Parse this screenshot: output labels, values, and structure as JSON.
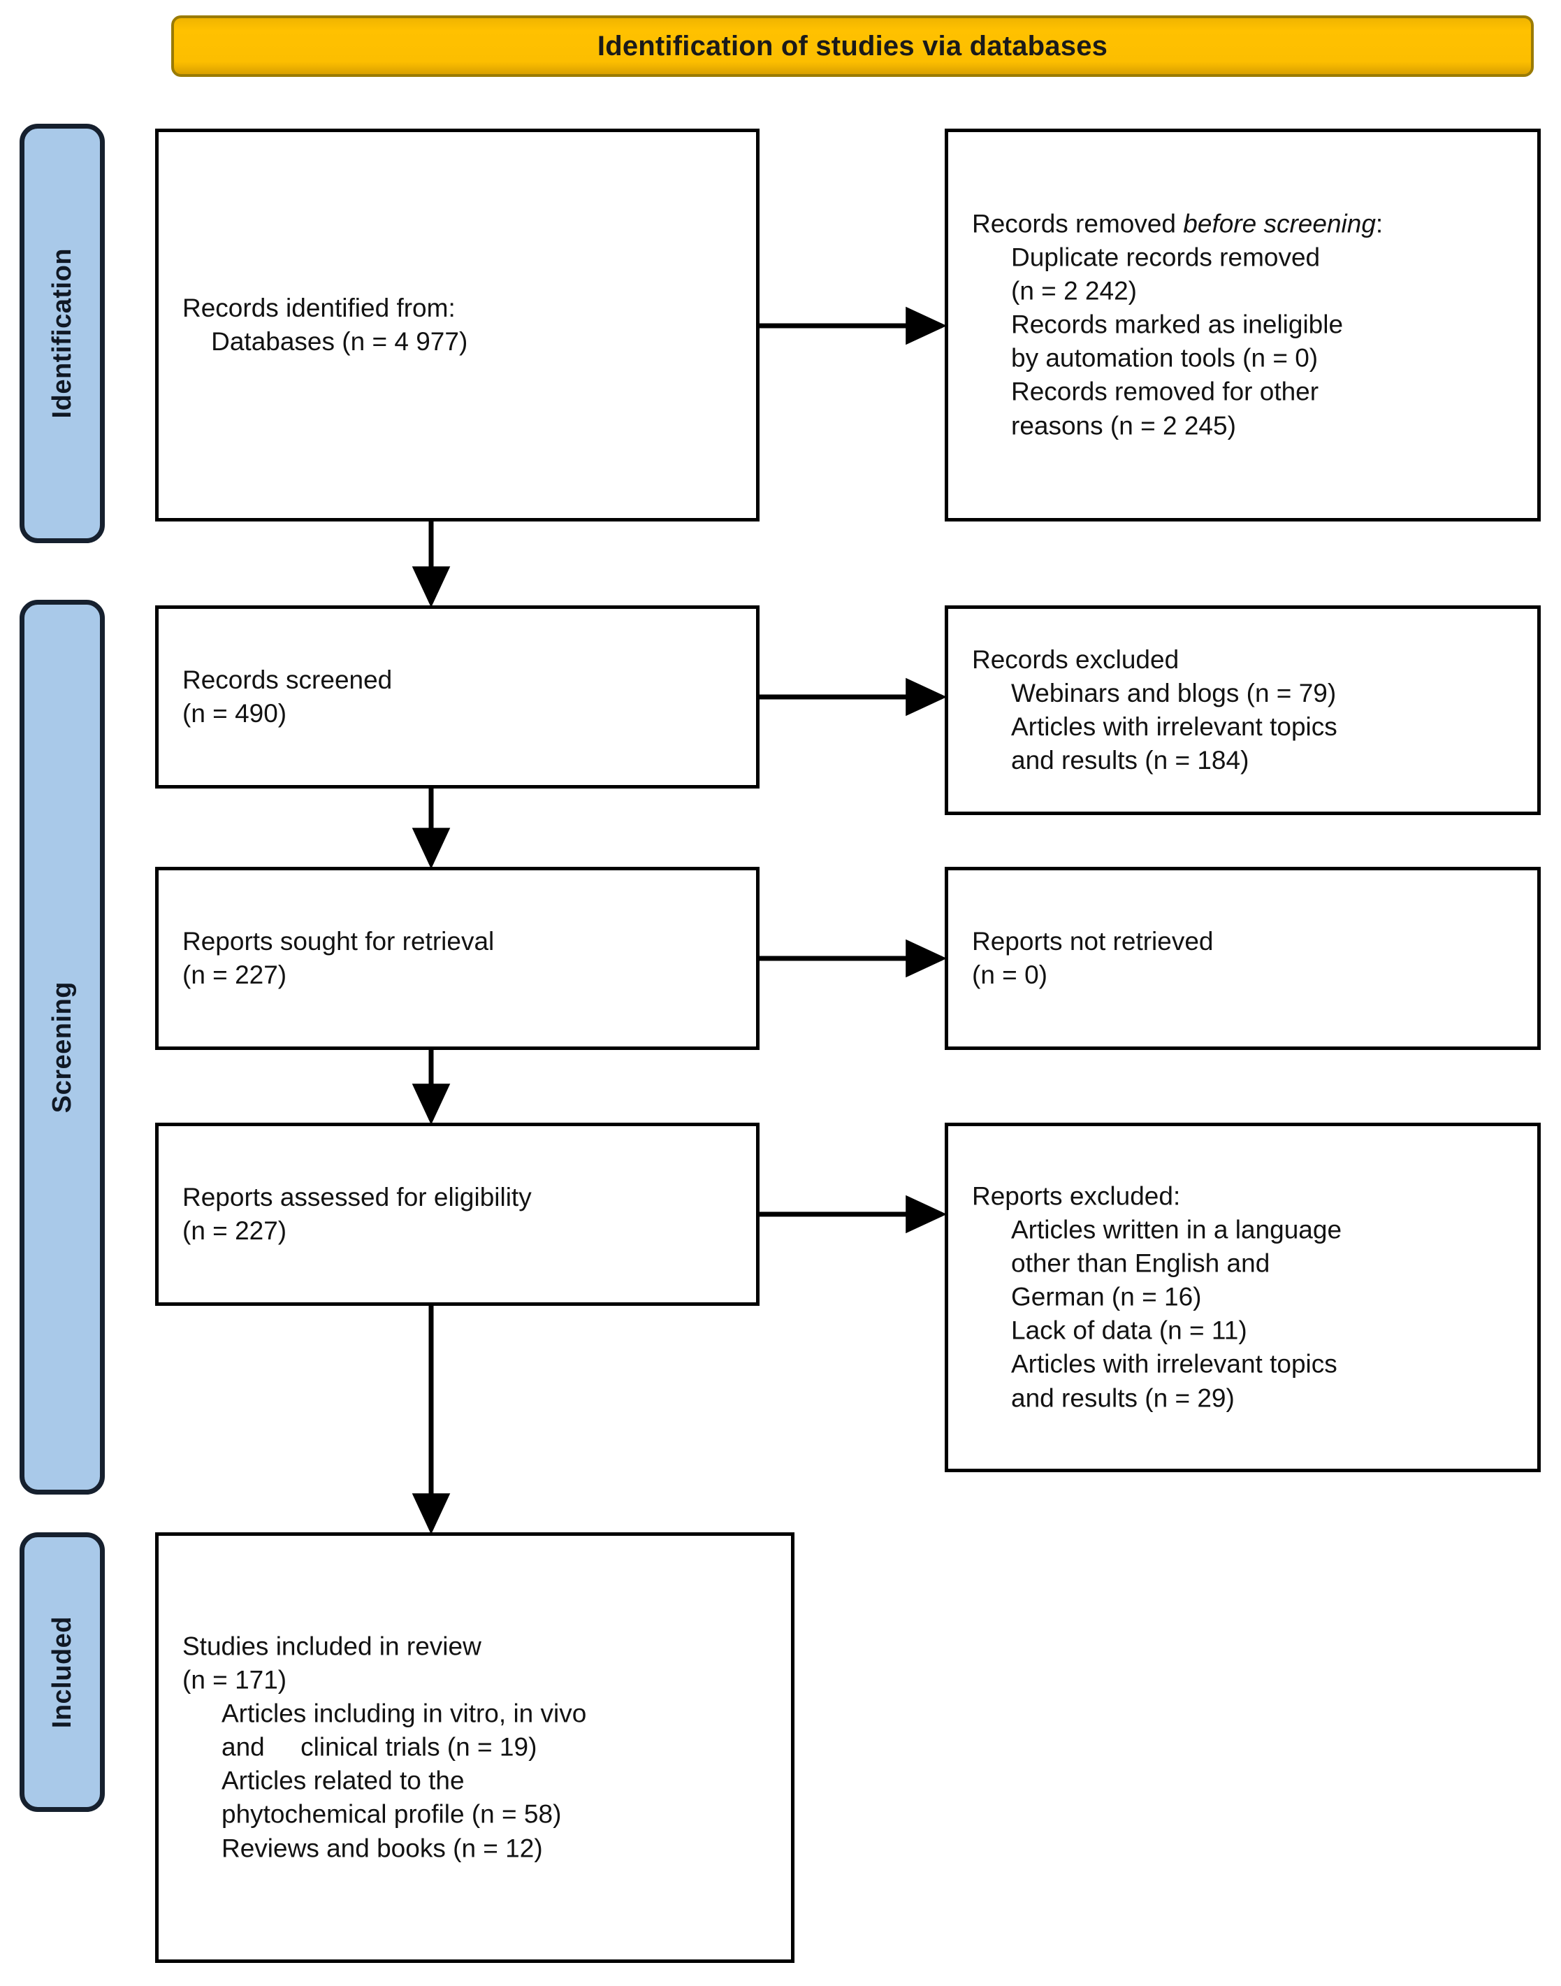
{
  "header": {
    "title": "Identification of studies via databases",
    "accent_color": "#FFC100",
    "border_color": "#9A7B04"
  },
  "stages": {
    "accent_color": "#A9C9E9",
    "items": [
      {
        "id": "identification",
        "label": "Identification"
      },
      {
        "id": "screening",
        "label": "Screening"
      },
      {
        "id": "included",
        "label": "Included"
      }
    ]
  },
  "flow": {
    "identified": {
      "lines": [
        "Records identified from:",
        "    Databases (n = 4 977)"
      ]
    },
    "removed": {
      "lines": [
        "Records removed ",
        "before screening",
        ":",
        "Duplicate records removed",
        "(n = 2 242)",
        "Records marked as ineligible",
        "by automation tools (n = 0)",
        "Records removed for other",
        "reasons (n = 2 245)"
      ],
      "title_prefix": "Records removed ",
      "title_italic": "before screening",
      "title_suffix": ":",
      "items": [
        "Duplicate records removed",
        "(n = 2 242)",
        "Records marked as ineligible",
        "by automation tools (n = 0)",
        "Records removed for other",
        "reasons (n = 2 245)"
      ]
    },
    "screened": {
      "lines": [
        "Records screened",
        "(n = 490)"
      ]
    },
    "excluded_records": {
      "title": "Records excluded",
      "items": [
        "Webinars and blogs (n = 79)",
        "Articles with irrelevant topics",
        "and results (n = 184)"
      ]
    },
    "sought": {
      "lines": [
        "Reports sought for retrieval",
        "(n = 227)"
      ]
    },
    "not_retrieved": {
      "lines": [
        "Reports not retrieved",
        "(n = 0)"
      ]
    },
    "assessed": {
      "lines": [
        "Reports assessed for eligibility",
        "(n = 227)"
      ]
    },
    "excluded_reports": {
      "title": "Reports excluded:",
      "items": [
        "Articles written in a language",
        "other than English and",
        "German (n = 16)",
        "Lack of data (n = 11)",
        "Articles with irrelevant topics",
        "and results (n = 29)"
      ]
    },
    "included": {
      "title_line1": "Studies included in review",
      "title_line2": "(n = 171)",
      "items": [
        "Articles including in vitro, in vivo",
        "and     clinical trials (n = 19)",
        "Articles related to the",
        "phytochemical profile (n = 58)",
        "Reviews and books (n = 12)"
      ]
    }
  },
  "connectors": {
    "stroke_color": "#000000",
    "vertical": [
      {
        "from": "identified",
        "to": "screened"
      },
      {
        "from": "screened",
        "to": "sought"
      },
      {
        "from": "sought",
        "to": "assessed"
      },
      {
        "from": "assessed",
        "to": "included"
      }
    ],
    "horizontal": [
      {
        "from": "identified",
        "to": "removed"
      },
      {
        "from": "screened",
        "to": "excluded_records"
      },
      {
        "from": "sought",
        "to": "not_retrieved"
      },
      {
        "from": "assessed",
        "to": "excluded_reports"
      }
    ]
  }
}
